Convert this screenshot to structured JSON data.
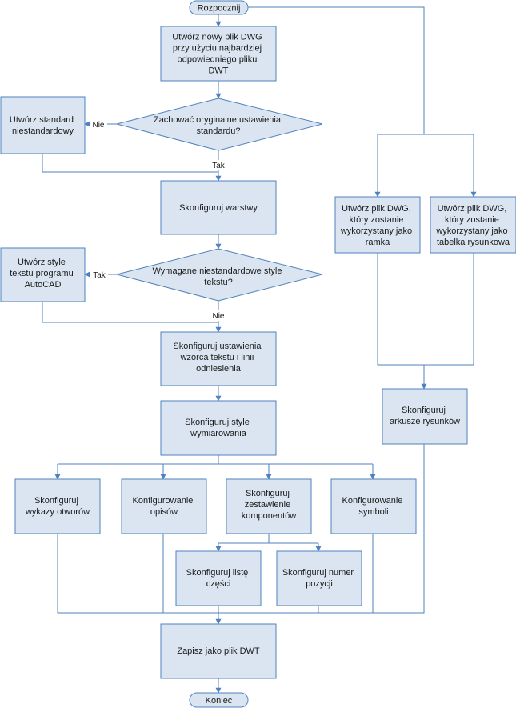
{
  "diagram": {
    "nodes": {
      "start": "Rozpocznij",
      "create_dwg": [
        "Utwórz nowy plik DWG",
        "przy użyciu najbardziej",
        "odpowiedniego pliku",
        "DWT"
      ],
      "keep_standards": [
        "Zachować oryginalne ustawienia",
        "standardu?"
      ],
      "custom_standard": [
        "Utwórz standard",
        "niestandardowy"
      ],
      "layers": [
        "Skonfiguruj warstwy"
      ],
      "need_text_styles": [
        "Wymagane niestandardowe style",
        "tekstu?"
      ],
      "text_styles": [
        "Utwórz style",
        "tekstu programu",
        "AutoCAD"
      ],
      "text_leader": [
        "Skonfiguruj ustawienia",
        "wzorca tekstu i linii",
        "odniesienia"
      ],
      "dim_styles": [
        "Skonfiguruj style",
        "wymiarowania"
      ],
      "hole_tables": [
        "Skonfiguruj",
        "wykazy otworów"
      ],
      "annotations": [
        "Konfigurowanie",
        "opisów"
      ],
      "bom": [
        "Skonfiguruj",
        "zestawienie",
        "komponentów"
      ],
      "symbols": [
        "Konfigurowanie",
        "symboli"
      ],
      "parts_list": [
        "Skonfiguruj listę",
        "części"
      ],
      "balloons": [
        "Skonfiguruj numer",
        "pozycji"
      ],
      "save_dwt": [
        "Zapisz jako plik DWT"
      ],
      "end": "Koniec",
      "border_dwg": [
        "Utwórz plik DWG,",
        "który zostanie",
        "wykorzystany jako",
        "ramka"
      ],
      "titleblock_dwg": [
        "Utwórz plik DWG,",
        "który zostanie",
        "wykorzystany jako",
        "tabelka rysunkowa"
      ],
      "sheets": [
        "Skonfiguruj",
        "arkusze rysunków"
      ]
    },
    "edge_labels": {
      "no_1": "Nie",
      "yes_1": "Tak",
      "yes_2": "Tak",
      "no_2": "Nie"
    },
    "colors": {
      "fill": "#dbe5f1",
      "stroke": "#4f81bd",
      "text": "#1a1a1a"
    }
  }
}
